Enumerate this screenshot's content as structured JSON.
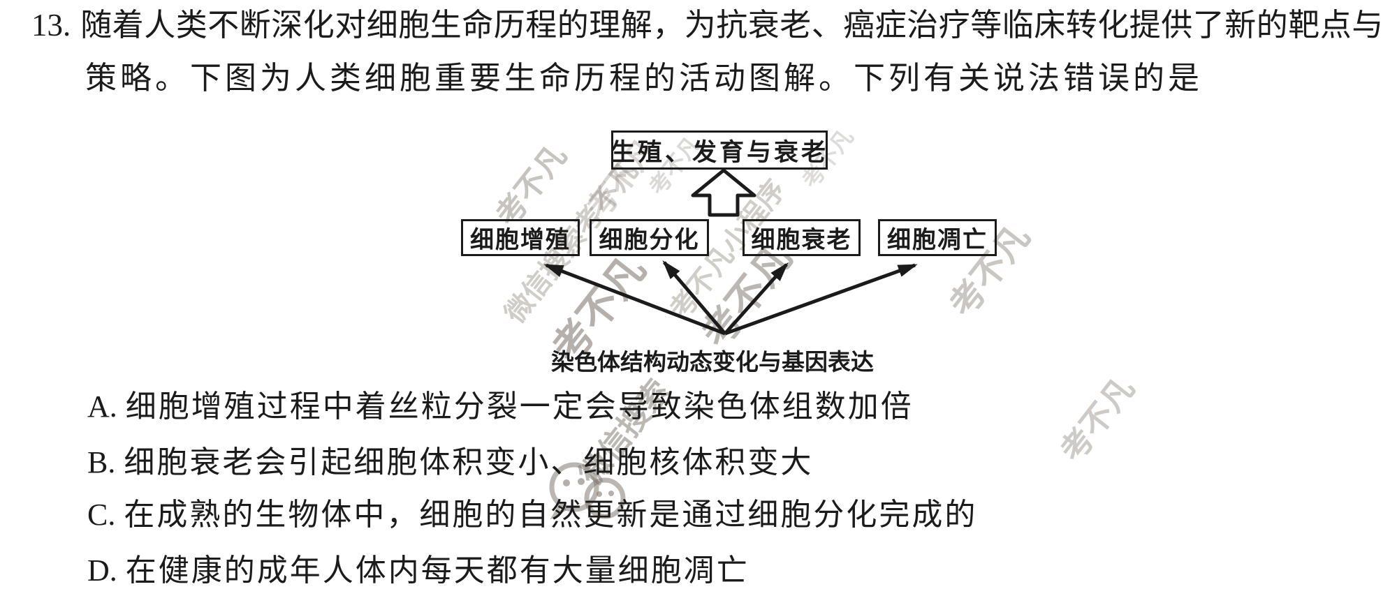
{
  "question": {
    "number": "13.",
    "line1": "随着人类不断深化对细胞生命历程的理解，为抗衰老、癌症治疗等临床转化提供了新的靶点与",
    "line2": "策略。下图为人类细胞重要生命历程的活动图解。下列有关说法错误的是"
  },
  "diagram": {
    "top_box": "生殖、发育与衰老",
    "process_boxes": [
      "细胞增殖",
      "细胞分化",
      "细胞衰老",
      "细胞凋亡"
    ],
    "bottom_label": "染色体结构动态变化与基因表达",
    "up_arrow_icon": "hollow-up-block-arrow",
    "fan_arrows": "four arrows from bottom label point to the four process boxes"
  },
  "options": [
    {
      "label": "A.",
      "text": "细胞增殖过程中着丝粒分裂一定会导致染色体组数加倍"
    },
    {
      "label": "B.",
      "text": "细胞衰老会引起细胞体积变小、细胞核体积变大"
    },
    {
      "label": "C.",
      "text": "在成熟的生物体中，细胞的自然更新是通过细胞分化完成的"
    },
    {
      "label": "D.",
      "text": "在健康的成年人体内每天都有大量细胞凋亡"
    }
  ],
  "watermarks": {
    "brand": "考不凡",
    "search": "微信搜索考不凡",
    "miniprogram": "考不凡小程序",
    "wechat": "微信搜索",
    "logo": "wechat-logo"
  },
  "colors": {
    "ink": "#1b1b1b",
    "background": "#ffffff",
    "watermark": "#89817a"
  }
}
